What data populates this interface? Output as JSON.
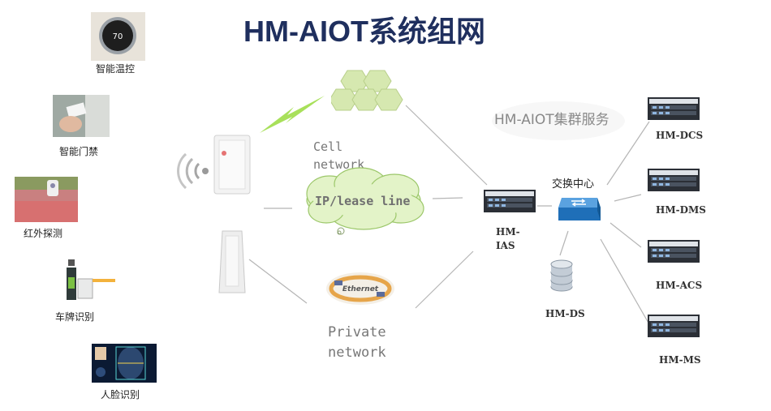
{
  "title": "HM-AIOT系统组网",
  "devices": [
    {
      "id": "thermostat",
      "label": "智能温控",
      "reading": "70"
    },
    {
      "id": "access",
      "label": "智能门禁"
    },
    {
      "id": "infrared",
      "label": "红外探测"
    },
    {
      "id": "plate",
      "label": "车牌识别"
    },
    {
      "id": "face",
      "label": "人脸识别"
    }
  ],
  "network": {
    "cell": "Cell\nnetwork",
    "lease": "IP/lease line",
    "private": "Private\nnetwork",
    "ethernet": "Ethernet"
  },
  "cluster": {
    "label": "HM-AIOT集群服务",
    "switch_label": "交换中心",
    "ias": "HM-\nIAS",
    "ds": "HM-DS",
    "servers": [
      "HM-DCS",
      "HM-DMS",
      "HM-ACS",
      "HM-MS"
    ]
  }
}
